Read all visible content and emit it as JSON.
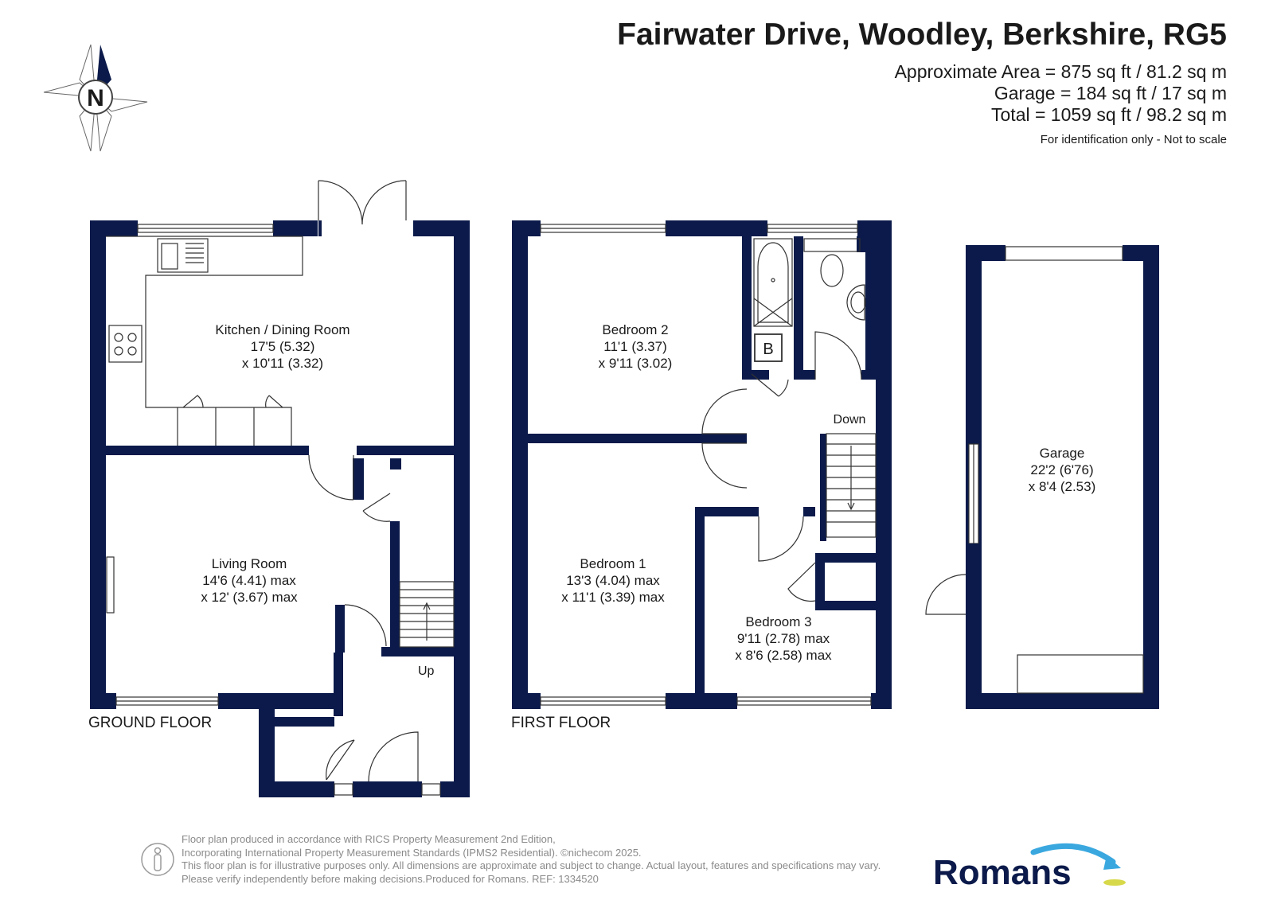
{
  "header": {
    "title": "Fairwater Drive, Woodley, Berkshire, RG5",
    "area_lines": [
      "Approximate Area = 875 sq ft / 81.2 sq m",
      "Garage = 184 sq ft / 17 sq m",
      "Total = 1059 sq ft / 98.2 sq m"
    ],
    "note": "For identification only - Not to scale"
  },
  "compass": {
    "label": "N"
  },
  "floors": {
    "ground": "GROUND FLOOR",
    "first": "FIRST FLOOR"
  },
  "rooms": {
    "kitchen": {
      "name": "Kitchen / Dining Room",
      "dim1": "17'5 (5.32)",
      "dim2": "x 10'11 (3.32)"
    },
    "living": {
      "name": "Living Room",
      "dim1": "14'6 (4.41) max",
      "dim2": "x 12' (3.67) max"
    },
    "bedroom2": {
      "name": "Bedroom 2",
      "dim1": "11'1 (3.37)",
      "dim2": "x 9'11 (3.02)"
    },
    "bedroom1": {
      "name": "Bedroom 1",
      "dim1": "13'3 (4.04) max",
      "dim2": "x 11'1 (3.39) max"
    },
    "bedroom3": {
      "name": "Bedroom 3",
      "dim1": "9'11 (2.78) max",
      "dim2": "x 8'6 (2.58) max"
    },
    "garage": {
      "name": "Garage",
      "dim1": "22'2 (6'76)",
      "dim2": "x 8'4 (2.53)"
    }
  },
  "labels": {
    "up": "Up",
    "down": "Down",
    "boiler": "B"
  },
  "disclaimer": [
    "Floor plan produced in accordance with RICS Property Measurement 2nd Edition,",
    "Incorporating International Property Measurement Standards (IPMS2 Residential).   ©nichecom 2025.",
    "This floor plan is for illustrative purposes only. All dimensions are approximate and subject to change. Actual layout, features and specifications may vary.",
    "Please verify independently before making decisions.Produced for Romans.   REF: 1334520"
  ],
  "logo": {
    "text": "Romans"
  },
  "colors": {
    "wall": "#0b1a4a",
    "logo_text": "#0b1a4a",
    "logo_arc": "#3aa8df",
    "logo_dot": "#d7d94a"
  }
}
